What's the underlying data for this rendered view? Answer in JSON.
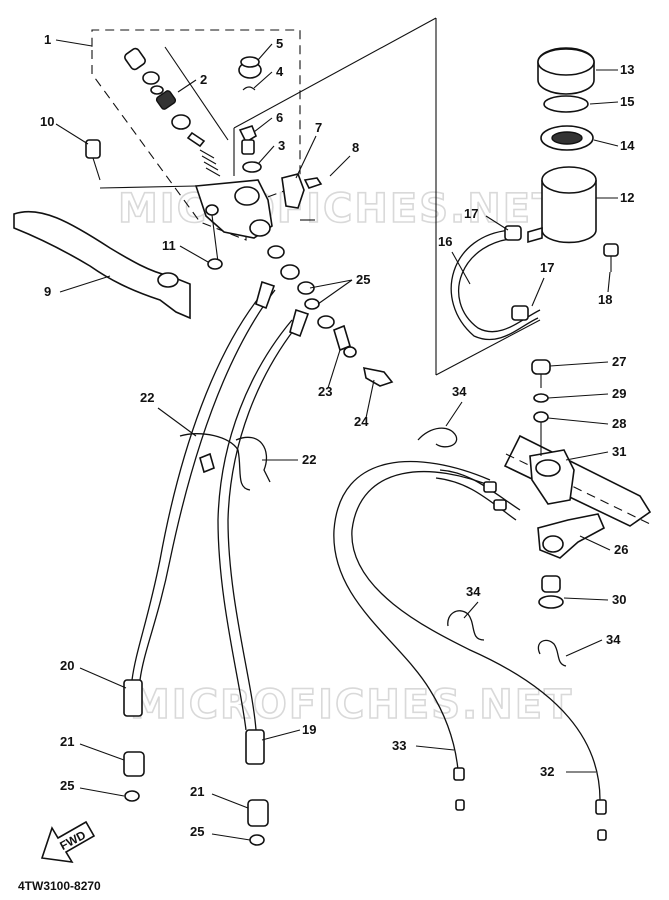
{
  "diagram": {
    "code": "4TW3100-8270",
    "watermark": "MICROFICHES.NET",
    "fwd_label": "FWD",
    "callouts": [
      {
        "id": "c1",
        "label": "1"
      },
      {
        "id": "c2",
        "label": "2"
      },
      {
        "id": "c3",
        "label": "3"
      },
      {
        "id": "c4",
        "label": "4"
      },
      {
        "id": "c5",
        "label": "5"
      },
      {
        "id": "c6",
        "label": "6"
      },
      {
        "id": "c7",
        "label": "7"
      },
      {
        "id": "c8",
        "label": "8"
      },
      {
        "id": "c9",
        "label": "9"
      },
      {
        "id": "c10",
        "label": "10"
      },
      {
        "id": "c11",
        "label": "11"
      },
      {
        "id": "c12",
        "label": "12"
      },
      {
        "id": "c13",
        "label": "13"
      },
      {
        "id": "c14",
        "label": "14"
      },
      {
        "id": "c15",
        "label": "15"
      },
      {
        "id": "c16",
        "label": "16"
      },
      {
        "id": "c17a",
        "label": "17"
      },
      {
        "id": "c17b",
        "label": "17"
      },
      {
        "id": "c18",
        "label": "18"
      },
      {
        "id": "c19",
        "label": "19"
      },
      {
        "id": "c20",
        "label": "20"
      },
      {
        "id": "c21a",
        "label": "21"
      },
      {
        "id": "c21b",
        "label": "21"
      },
      {
        "id": "c22a",
        "label": "22"
      },
      {
        "id": "c22b",
        "label": "22"
      },
      {
        "id": "c23",
        "label": "23"
      },
      {
        "id": "c24",
        "label": "24"
      },
      {
        "id": "c25a",
        "label": "25"
      },
      {
        "id": "c25b",
        "label": "25"
      },
      {
        "id": "c25c",
        "label": "25"
      },
      {
        "id": "c26",
        "label": "26"
      },
      {
        "id": "c27",
        "label": "27"
      },
      {
        "id": "c28",
        "label": "28"
      },
      {
        "id": "c29",
        "label": "29"
      },
      {
        "id": "c30",
        "label": "30"
      },
      {
        "id": "c31",
        "label": "31"
      },
      {
        "id": "c32",
        "label": "32"
      },
      {
        "id": "c33",
        "label": "33"
      },
      {
        "id": "c34a",
        "label": "34"
      },
      {
        "id": "c34b",
        "label": "34"
      },
      {
        "id": "c34c",
        "label": "34"
      }
    ]
  }
}
